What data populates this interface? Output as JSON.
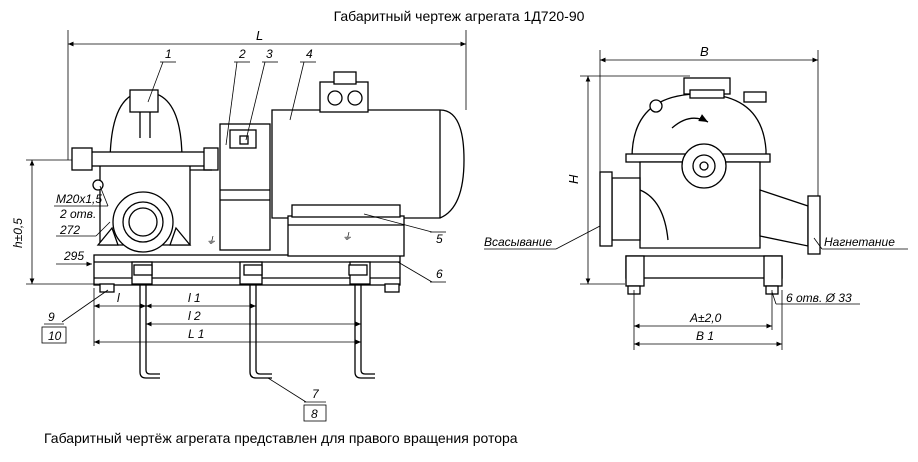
{
  "title": "Габаритный чертеж агрегата 1Д720-90",
  "caption": "Габаритный чертёж агрегата представлен для правого вращения ротора",
  "side_view": {
    "overall_length": "L",
    "callouts": [
      "1",
      "2",
      "3",
      "4",
      "5",
      "6",
      "9",
      "10",
      "7",
      "8"
    ],
    "dims": {
      "height": "h±0,5",
      "thread": "M20x1,5",
      "thread_count": "2 отв.",
      "d272": "272",
      "d295": "295",
      "l": "l",
      "l1": "l 1",
      "l2": "l 2",
      "L1": "L 1"
    }
  },
  "front_view": {
    "width": "B",
    "height": "H",
    "suction": "Всасывание",
    "discharge": "Нагнетание",
    "holes": "6 отв. Ø 33",
    "A": "A±2,0",
    "B1": "B 1"
  }
}
